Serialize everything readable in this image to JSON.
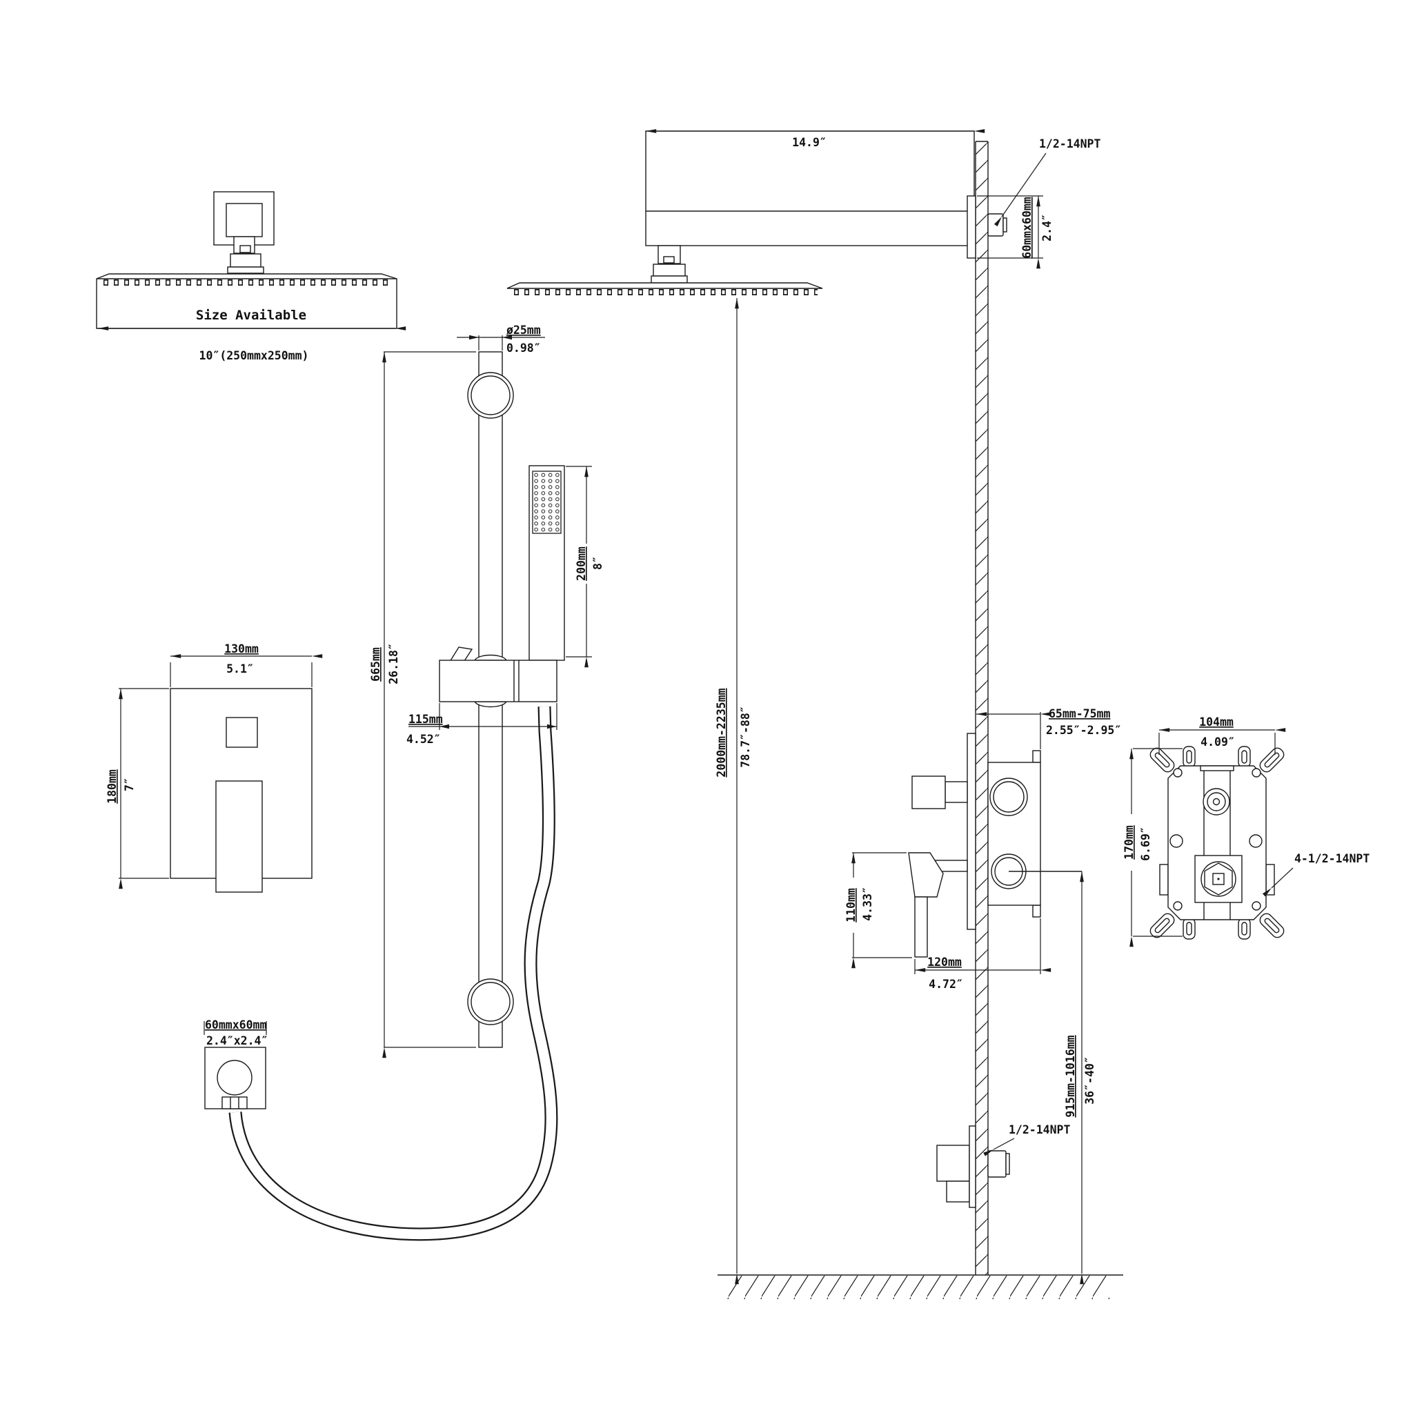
{
  "views": {
    "head_front": {
      "label": "Size Available",
      "size": "10″(250mmx250mm)"
    },
    "arm_side": {
      "length": "14.9″",
      "npt": "1/2-14NPT",
      "flange_size": "60mmx60mm",
      "flange_size_in": "2.4″"
    },
    "riser": {
      "diameter": "ø25mm",
      "diameter_in": "0.98″",
      "length": "665mm",
      "length_in": "26.18″",
      "bracket": "115mm",
      "bracket_in": "4.52″"
    },
    "handshower": {
      "length": "200mm",
      "length_in": "8″"
    },
    "trim_plate": {
      "width": "130mm",
      "width_in": "5.1″",
      "height": "180mm",
      "height_in": "7″"
    },
    "install_height": {
      "mm": "2000mm-2235mm",
      "inch": "78.7″-88″"
    },
    "valve_side": {
      "depth": "65mm-75mm",
      "depth_in": "2.55″-2.95″",
      "handle": "110mm",
      "handle_in": "4.33″",
      "width": "120mm",
      "width_in": "4.72″"
    },
    "valve_front": {
      "width": "104mm",
      "width_in": "4.09″",
      "height": "170mm",
      "height_in": "6.69″",
      "npt": "4-1/2-14NPT"
    },
    "spout": {
      "npt": "1/2-14NPT",
      "height": "915mm-1016mm",
      "height_in": "36″-40″"
    },
    "elbow": {
      "size": "60mmx60mm",
      "size_in": "2.4″x2.4″"
    }
  }
}
